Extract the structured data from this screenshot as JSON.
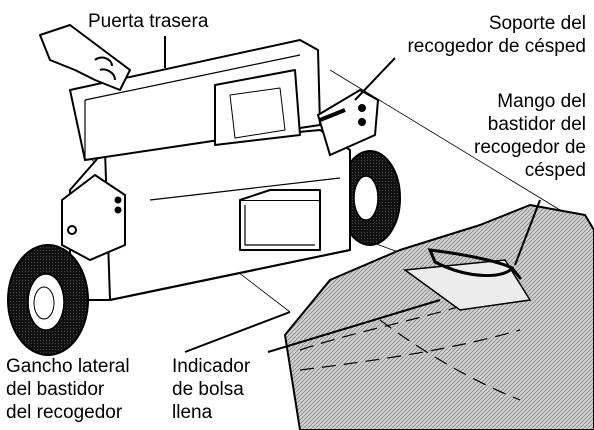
{
  "labels": {
    "rear_door": "Puerta trasera",
    "grass_catcher_support": "Soporte del\nrecogedor de césped",
    "grass_catcher_frame_handle": "Mango del\nbastidor del\nrecogedor de\ncésped",
    "frame_side_hook": "Gancho lateral\ndel bastidor\ndel recogedor",
    "full_bag_indicator": "Indicador\nde bolsa\nllena"
  }
}
